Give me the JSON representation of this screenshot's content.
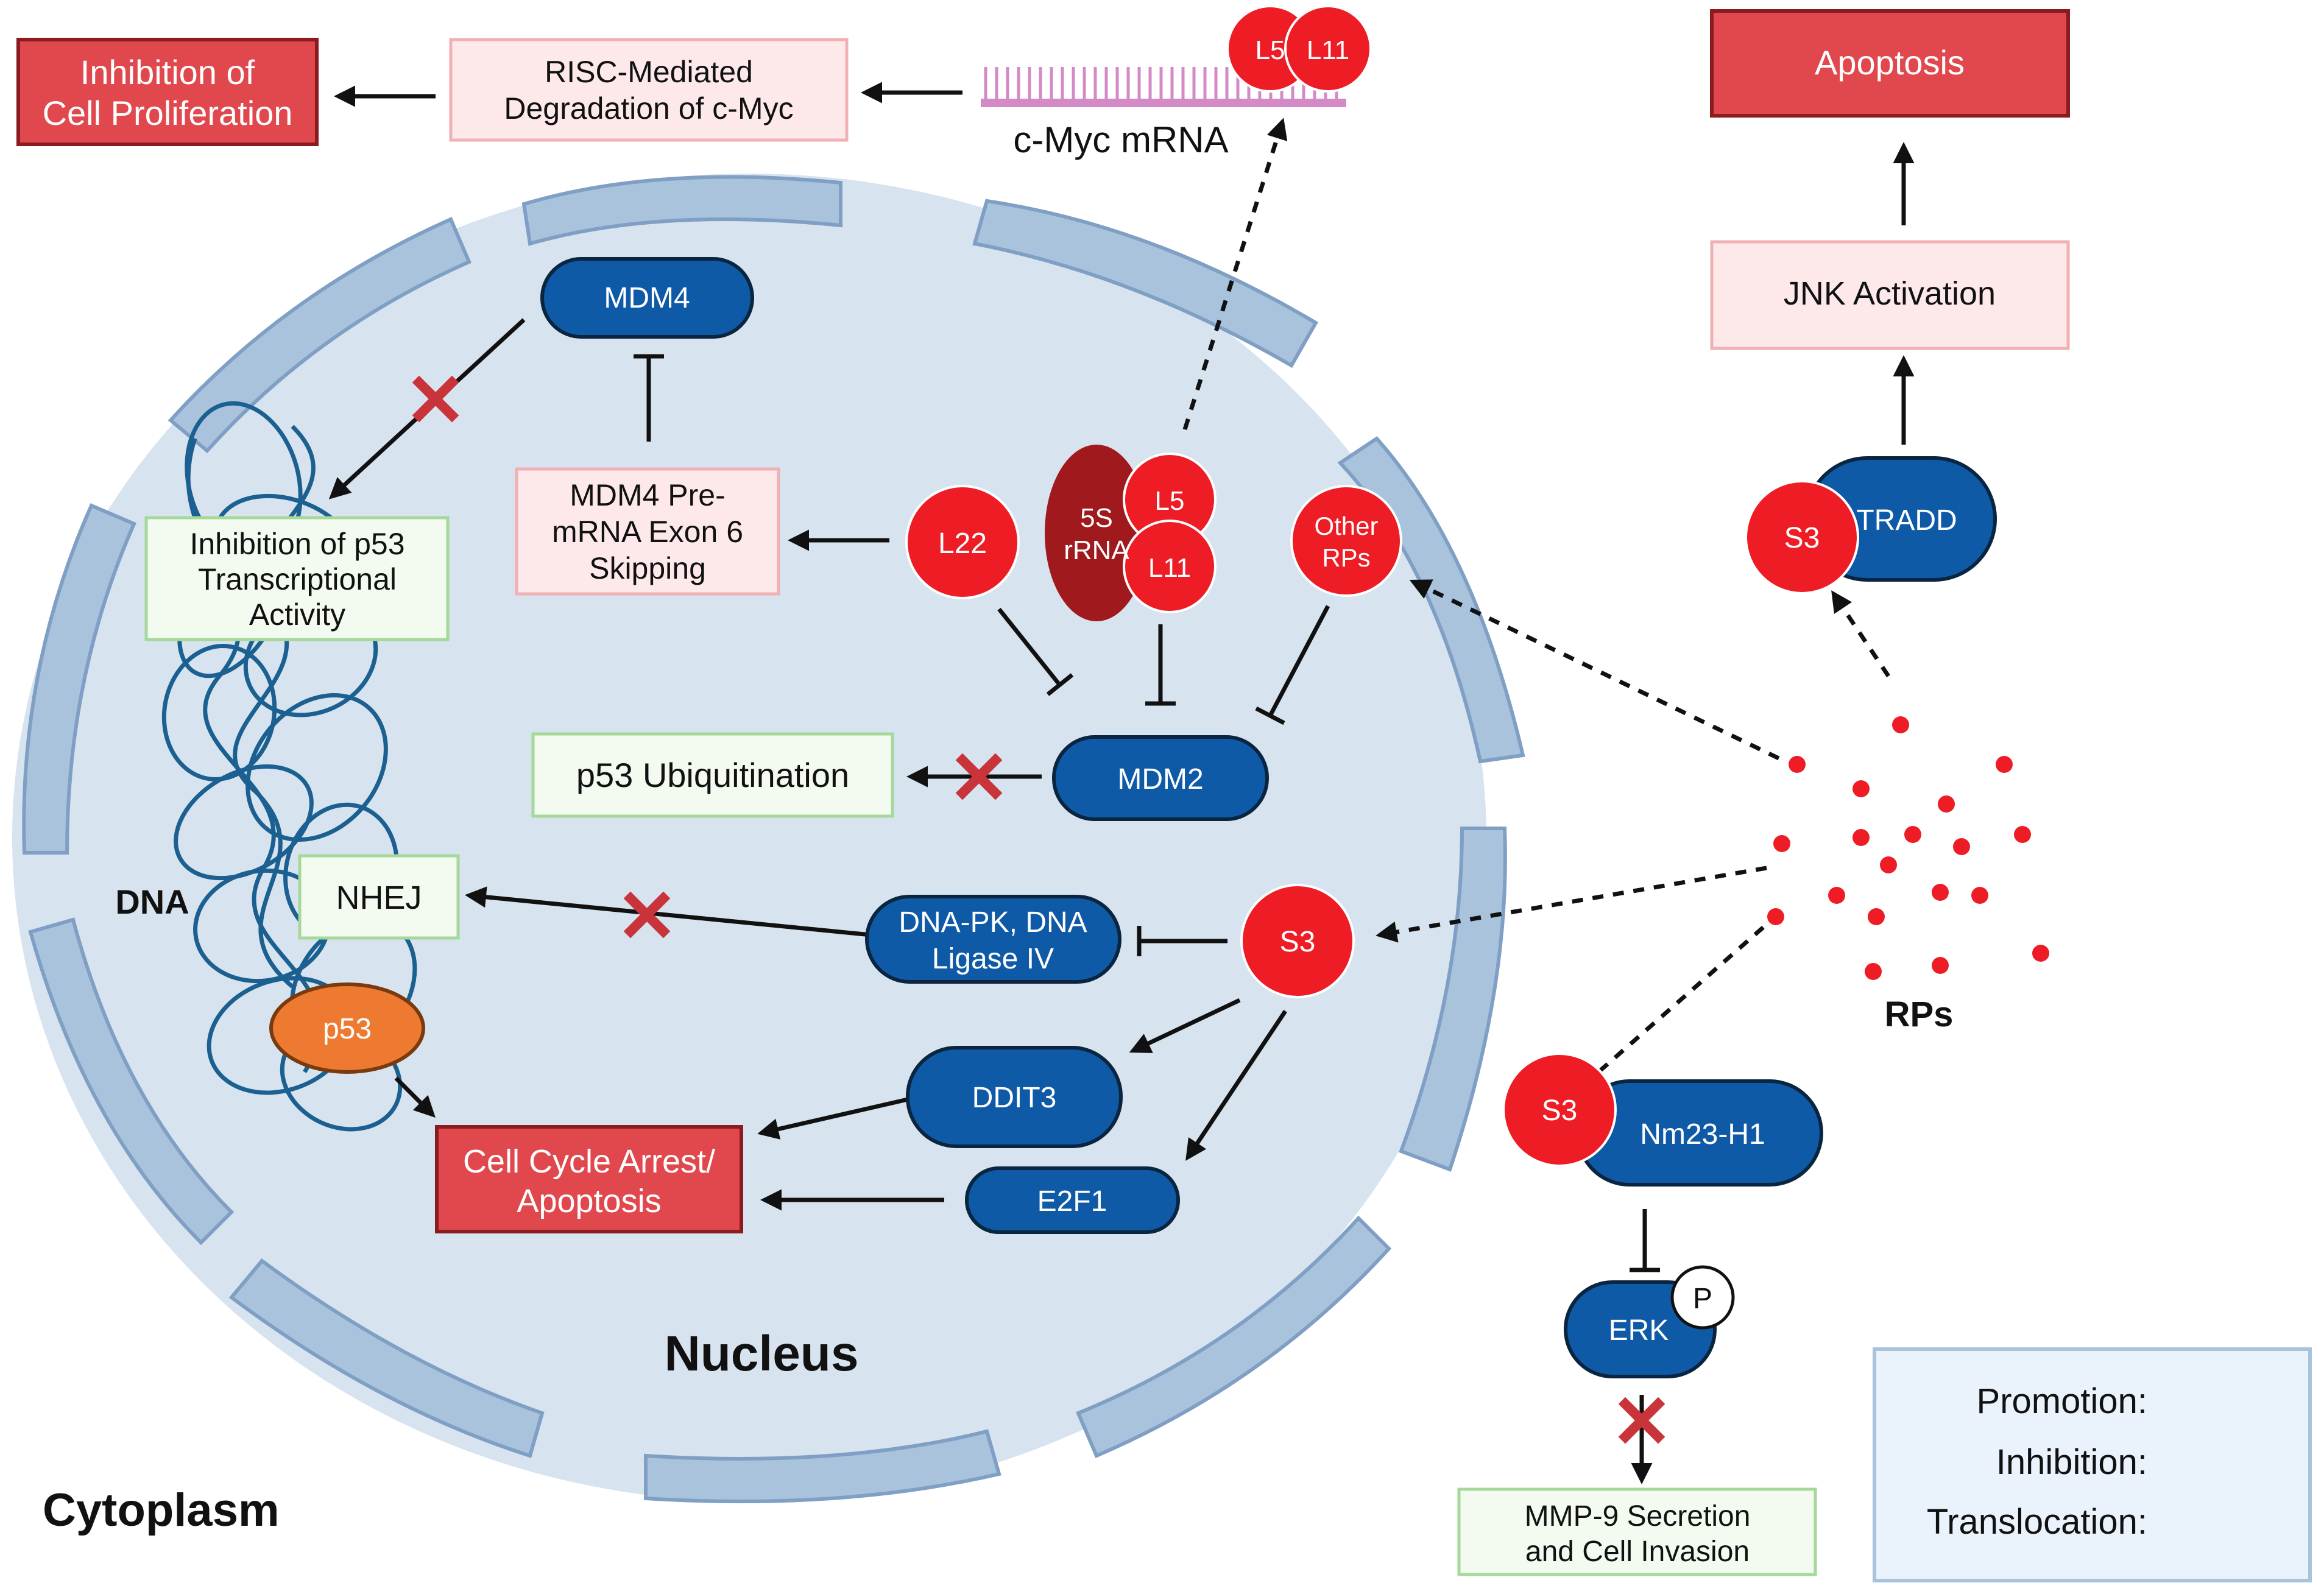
{
  "labels": {
    "cytoplasm": "Cytoplasm",
    "nucleus": "Nucleus",
    "dna": "DNA",
    "rps": "RPs",
    "c_myc_mrna": "c-Myc mRNA"
  },
  "boxes": {
    "inhibition_cell_prolif": [
      "Inhibition of",
      "Cell Proliferation"
    ],
    "risc": [
      "RISC-Mediated",
      "Degradation of c-Myc"
    ],
    "apoptosis": [
      "Apoptosis"
    ],
    "jnk": [
      "JNK Activation"
    ],
    "inhibition_p53": [
      "Inhibition of p53",
      "Transcriptional",
      "Activity"
    ],
    "mdm4_premrna": [
      "MDM4 Pre-",
      "mRNA Exon 6",
      "Skipping"
    ],
    "p53_ubiq": [
      "p53 Ubiquitination"
    ],
    "nhej": [
      "NHEJ"
    ],
    "cell_cycle": [
      "Cell Cycle Arrest/",
      "Apoptosis"
    ],
    "mmp9": [
      "MMP-9 Secretion",
      "and Cell Invasion"
    ]
  },
  "proteins": {
    "mdm4": "MDM4",
    "mdm2": "MDM2",
    "dnapk": [
      "DNA-PK, DNA",
      "Ligase IV"
    ],
    "ddit3": "DDIT3",
    "e2f1": "E2F1",
    "tradd": "TRADD",
    "nm23": "Nm23-H1",
    "erk": "ERK",
    "p53": "p53"
  },
  "rp_circles": {
    "l5": "L5",
    "l11": "L11",
    "l22": "L22",
    "s3": "S3",
    "other_rps": [
      "Other",
      "RPs"
    ],
    "rrna_5s": [
      "5S",
      "rRNA"
    ],
    "phospho": "P"
  },
  "legend": {
    "promotion": "Promotion:",
    "inhibition": "Inhibition:",
    "translocation": "Translocation:"
  },
  "colors": {
    "red_box": "#e0484e",
    "pink_box": "#fde9ea",
    "green_box": "#f3fbf1",
    "protein_blue": "#0f5aa6",
    "rp_red": "#ee1c24",
    "nucleus_fill": "#d7e3ee",
    "envelope": "#a9c3dd",
    "dna_blue": "#1b6090",
    "p53_orange": "#ed7a30",
    "rrna_dark": "#a0191d",
    "mrna_pink": "#d48ac6",
    "x_mark": "#c9343a"
  }
}
